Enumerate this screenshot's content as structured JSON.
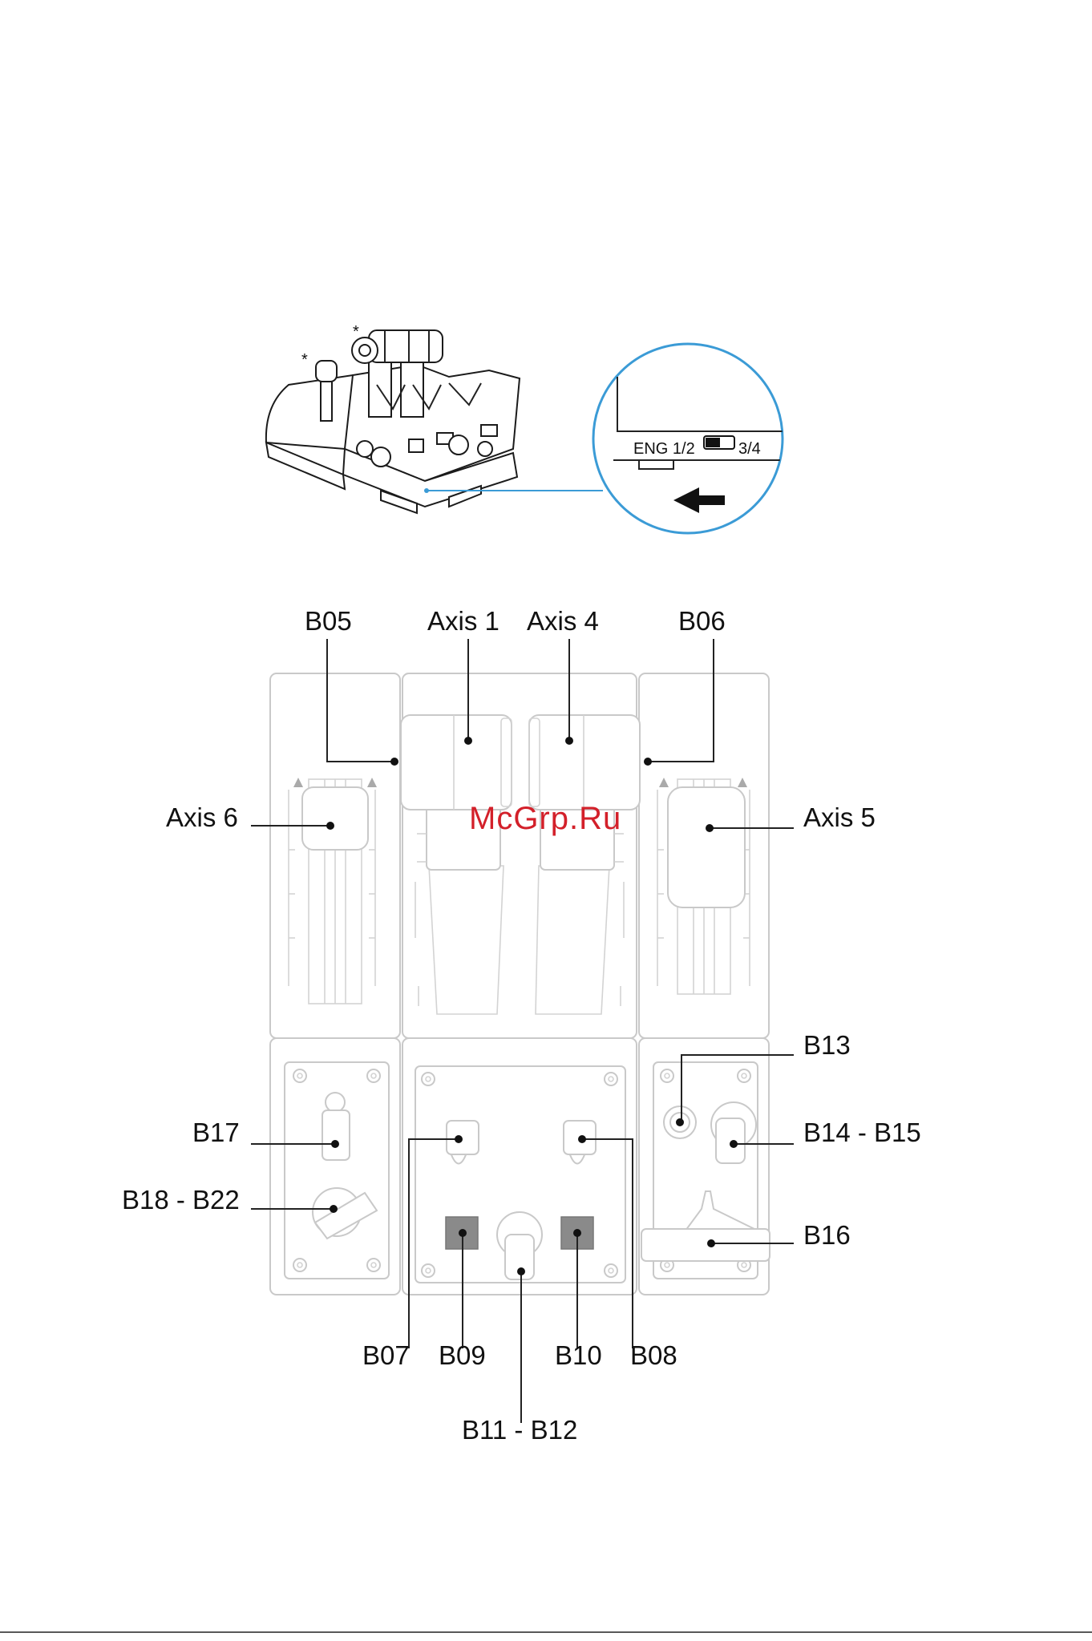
{
  "header": {
    "asterisk": "*"
  },
  "callout": {
    "switch_left": "ENG 1/2",
    "switch_right": "3/4",
    "circle_color": "#3b9bd6"
  },
  "labels": {
    "b05": "B05",
    "axis1": "Axis 1",
    "axis4": "Axis 4",
    "b06": "B06",
    "axis6": "Axis 6",
    "axis5": "Axis 5",
    "b13": "B13",
    "b17": "B17",
    "b14_b15": "B14 - B15",
    "b18_b22": "B18 - B22",
    "b16": "B16",
    "b07": "B07",
    "b09": "B09",
    "b10": "B10",
    "b08": "B08",
    "b11_b12": "B11 - B12"
  },
  "watermark": {
    "text": "McGrp.Ru",
    "color": "#d3202a"
  }
}
